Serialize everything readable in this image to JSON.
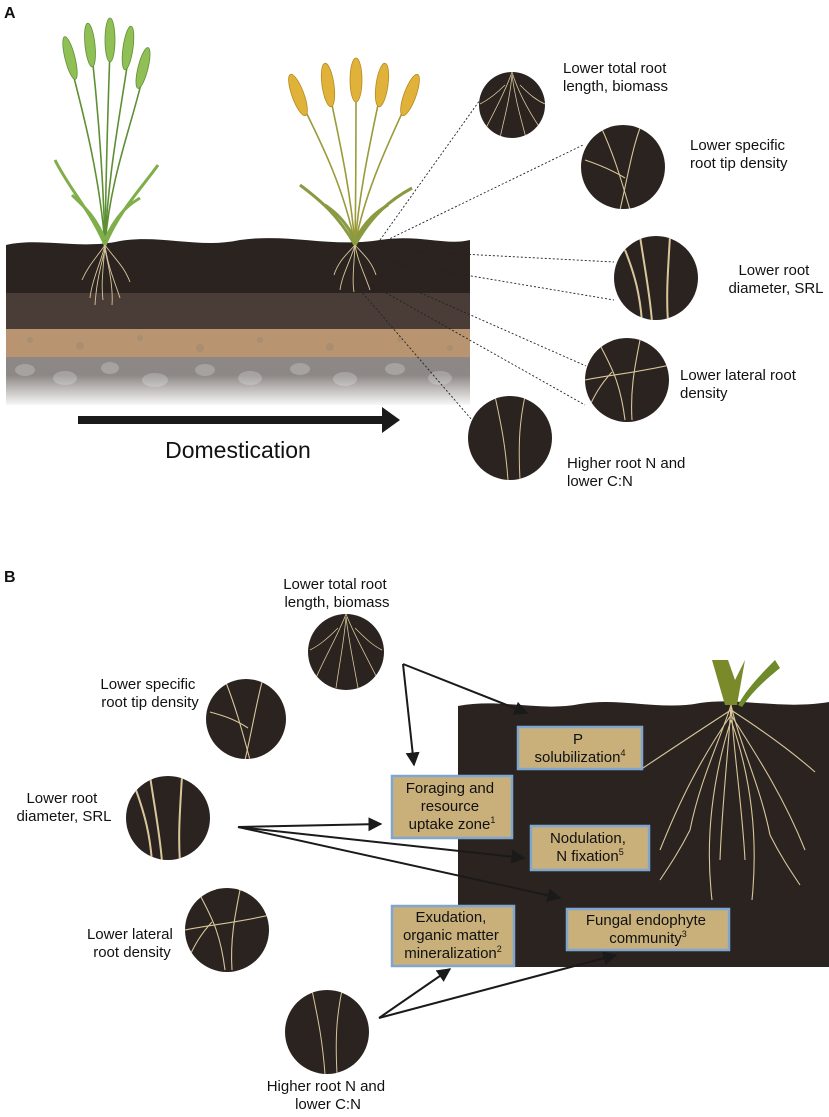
{
  "panels": {
    "a": {
      "letter": "A",
      "arrow_label": "Domestication",
      "traits": [
        {
          "lines": [
            "Lower total root",
            "length, biomass"
          ]
        },
        {
          "lines": [
            "Lower specific",
            "root tip density"
          ]
        },
        {
          "lines": [
            "Lower root",
            "diameter, SRL"
          ]
        },
        {
          "lines": [
            "Lower lateral root",
            "density"
          ]
        },
        {
          "lines": [
            "Higher root N and",
            "lower C:N"
          ]
        }
      ]
    },
    "b": {
      "letter": "B",
      "traits": [
        {
          "lines": [
            "Lower total root",
            "length, biomass"
          ]
        },
        {
          "lines": [
            "Lower specific",
            "root tip density"
          ]
        },
        {
          "lines": [
            "Lower root",
            "diameter, SRL"
          ]
        },
        {
          "lines": [
            "Lower lateral",
            "root density"
          ]
        },
        {
          "lines": [
            "Higher root N and",
            "lower C:N"
          ]
        }
      ],
      "processes": [
        {
          "lines": [
            "P",
            "solubilization"
          ],
          "sup": "4"
        },
        {
          "lines": [
            "Foraging and",
            "resource",
            "uptake zone"
          ],
          "sup": "1"
        },
        {
          "lines": [
            "Nodulation,",
            "N fixation"
          ],
          "sup": "5"
        },
        {
          "lines": [
            "Exudation,",
            "organic matter",
            "mineralization"
          ],
          "sup": "2"
        },
        {
          "lines": [
            "Fungal endophyte",
            "community"
          ],
          "sup": "3"
        }
      ]
    }
  },
  "colors": {
    "soil_dark": "#2b2320",
    "soil_mid": "#4a3d38",
    "soil_sand": "#b89470",
    "root": "#d8c79a",
    "box_fill": "#c9b07a",
    "box_border": "#7fa6cf",
    "arrow": "#1a1a1a",
    "wild_plant": "#7fae4a",
    "domesticated_plant": "#e0b23a"
  }
}
